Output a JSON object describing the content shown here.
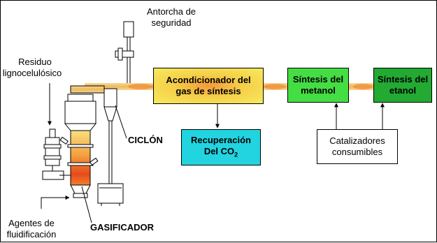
{
  "labels": {
    "antorcha_line1": "Antorcha de",
    "antorcha_line2": "seguridad",
    "residuo_line1": "Residuo",
    "residuo_line2": "lignocelulósico",
    "ciclon": "CICLÓN",
    "gasificador": "GASIFICADOR",
    "agentes_line1": "Agentes de",
    "agentes_line2": "fluidificación"
  },
  "boxes": {
    "acondicionador_line1": "Acondicionador del",
    "acondicionador_line2": "gas de síntesis",
    "metanol_line1": "Síntesis del",
    "metanol_line2": "metanol",
    "etanol_line1": "Síntesis del",
    "etanol_line2": "etanol",
    "recuperacion_line1": "Recuperación",
    "recuperacion_line2": "Del CO",
    "recuperacion_sub": "2",
    "catalizadores_line1": "Catalizadores",
    "catalizadores_line2": "consumibles"
  },
  "colors": {
    "acondicionador": "#f5e04a",
    "metanol": "#44dd44",
    "etanol": "#22aa33",
    "recuperacion": "#22d4e0",
    "pipe": "#f2c87a",
    "hot": "#e84a1a"
  }
}
